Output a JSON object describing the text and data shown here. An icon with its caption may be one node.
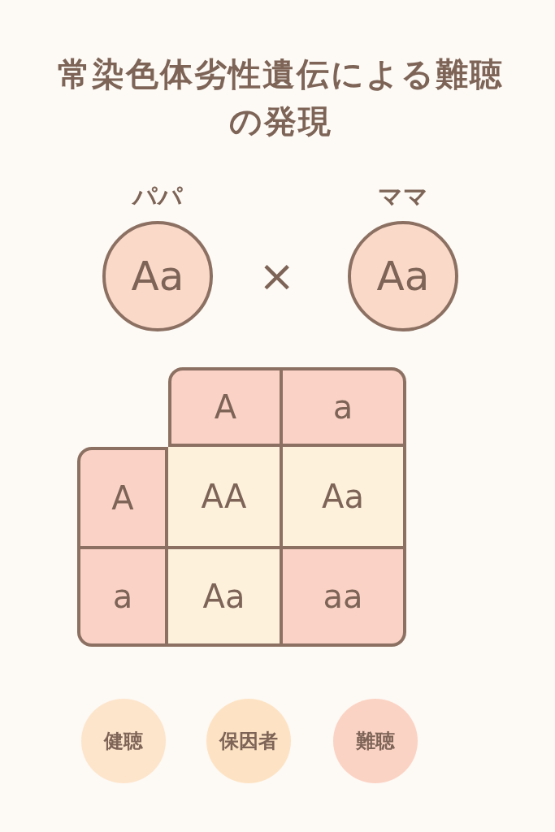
{
  "diagram": {
    "title": "常染色体劣性遺伝による難聴の発現",
    "nodes": [
      {
        "text": [
          "Aa"
        ],
        "beside": [
          "パパ"
        ]
      },
      {
        "text": [
          "Aa"
        ],
        "beside": [
          "ママ"
        ]
      }
    ],
    "labels": [
      "×",
      "A",
      "a",
      "A",
      "AA",
      "Aa",
      "a",
      "Aa",
      "aa"
    ],
    "legend": [
      {
        "text": "健聴",
        "color": "#fde5cc"
      },
      {
        "text": "保因者",
        "color": "#fde3c4"
      },
      {
        "text": "難聴",
        "color": "#fbd3c4"
      }
    ]
  }
}
